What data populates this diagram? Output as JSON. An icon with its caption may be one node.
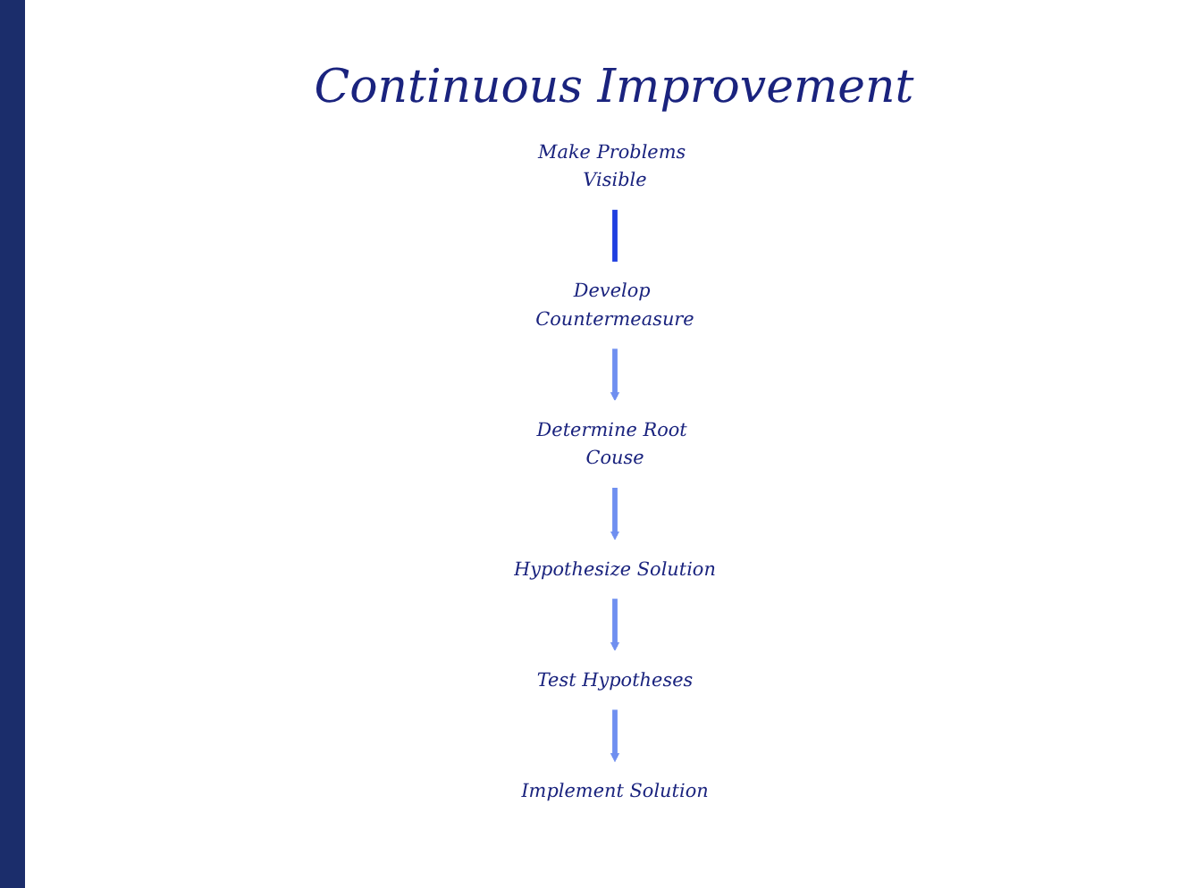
{
  "diagram": {
    "nodes": [
      {
        "text": [
          "Implement Solution"
        ]
      },
      {
        "text": [
          "Test Hypotheses"
        ]
      },
      {
        "text": [
          "Make Problems Visible"
        ]
      },
      {
        "text": [
          "Hypothesize Solution"
        ]
      },
      {
        "text": [
          "Develop Countermeasure"
        ]
      },
      {
        "text": [
          "Determine Root Couse"
        ]
      }
    ],
    "edges": [
      {
        "from": 1,
        "to": 0,
        "arrow": "to"
      },
      {
        "from": 2,
        "to": 4,
        "arrow": "none",
        "color": "#1f3fe0"
      },
      {
        "from": 4,
        "to": 5,
        "arrow": "to"
      },
      {
        "from": 5,
        "to": 3,
        "arrow": "to"
      },
      {
        "from": 3,
        "to": 1,
        "arrow": "to"
      }
    ],
    "labels": [
      "Continuous Improvement"
    ]
  }
}
